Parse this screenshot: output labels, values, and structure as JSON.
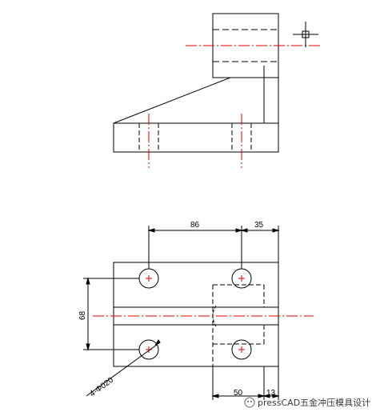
{
  "dimensions": {
    "top_width": "86",
    "top_right": "35",
    "height": "68",
    "hole_callout": "4-Φ020",
    "bottom_left": "50",
    "bottom_right": "13"
  },
  "watermark": {
    "text": "pressCAD五金冲压模具设计"
  },
  "colors": {
    "outline": "#000000",
    "center_line": "#e00000",
    "background": "#ffffff"
  }
}
